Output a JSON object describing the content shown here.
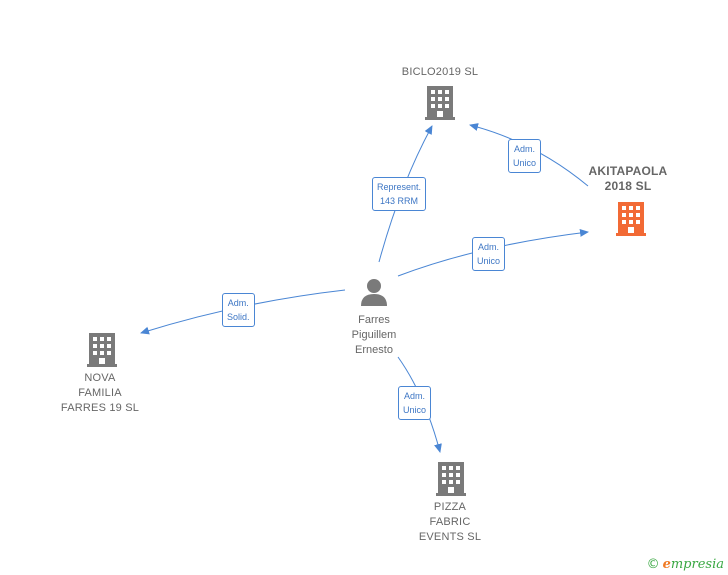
{
  "colors": {
    "edge": "#4a86d4",
    "company_icon": "#7a7a7a",
    "focus_icon": "#f26a35",
    "person_icon": "#7a7a7a",
    "brand": "#3aa843",
    "brand_accent": "#f07a24"
  },
  "nodes": {
    "biclo": {
      "label": "BICLO2019  SL",
      "icon": "building-icon"
    },
    "akitapaola": {
      "label": "AKITAPAOLA\n2018  SL",
      "icon": "building-icon"
    },
    "person": {
      "label": "Farres\nPiguillem\nErnesto",
      "icon": "person-icon"
    },
    "nova": {
      "label": "NOVA\nFAMILIA\nFARRES 19  SL",
      "icon": "building-icon"
    },
    "pizza": {
      "label": "PIZZA\nFABRIC\nEVENTS  SL",
      "icon": "building-icon"
    }
  },
  "edges": {
    "person_biclo": "Represent.\n143 RRM",
    "akita_biclo": "Adm.\nUnico",
    "person_akita": "Adm.\nUnico",
    "person_nova": "Adm.\nSolid.",
    "person_pizza": "Adm.\nUnico"
  },
  "brand": {
    "copyright": "©",
    "initial": "e",
    "name": "mpresia"
  }
}
